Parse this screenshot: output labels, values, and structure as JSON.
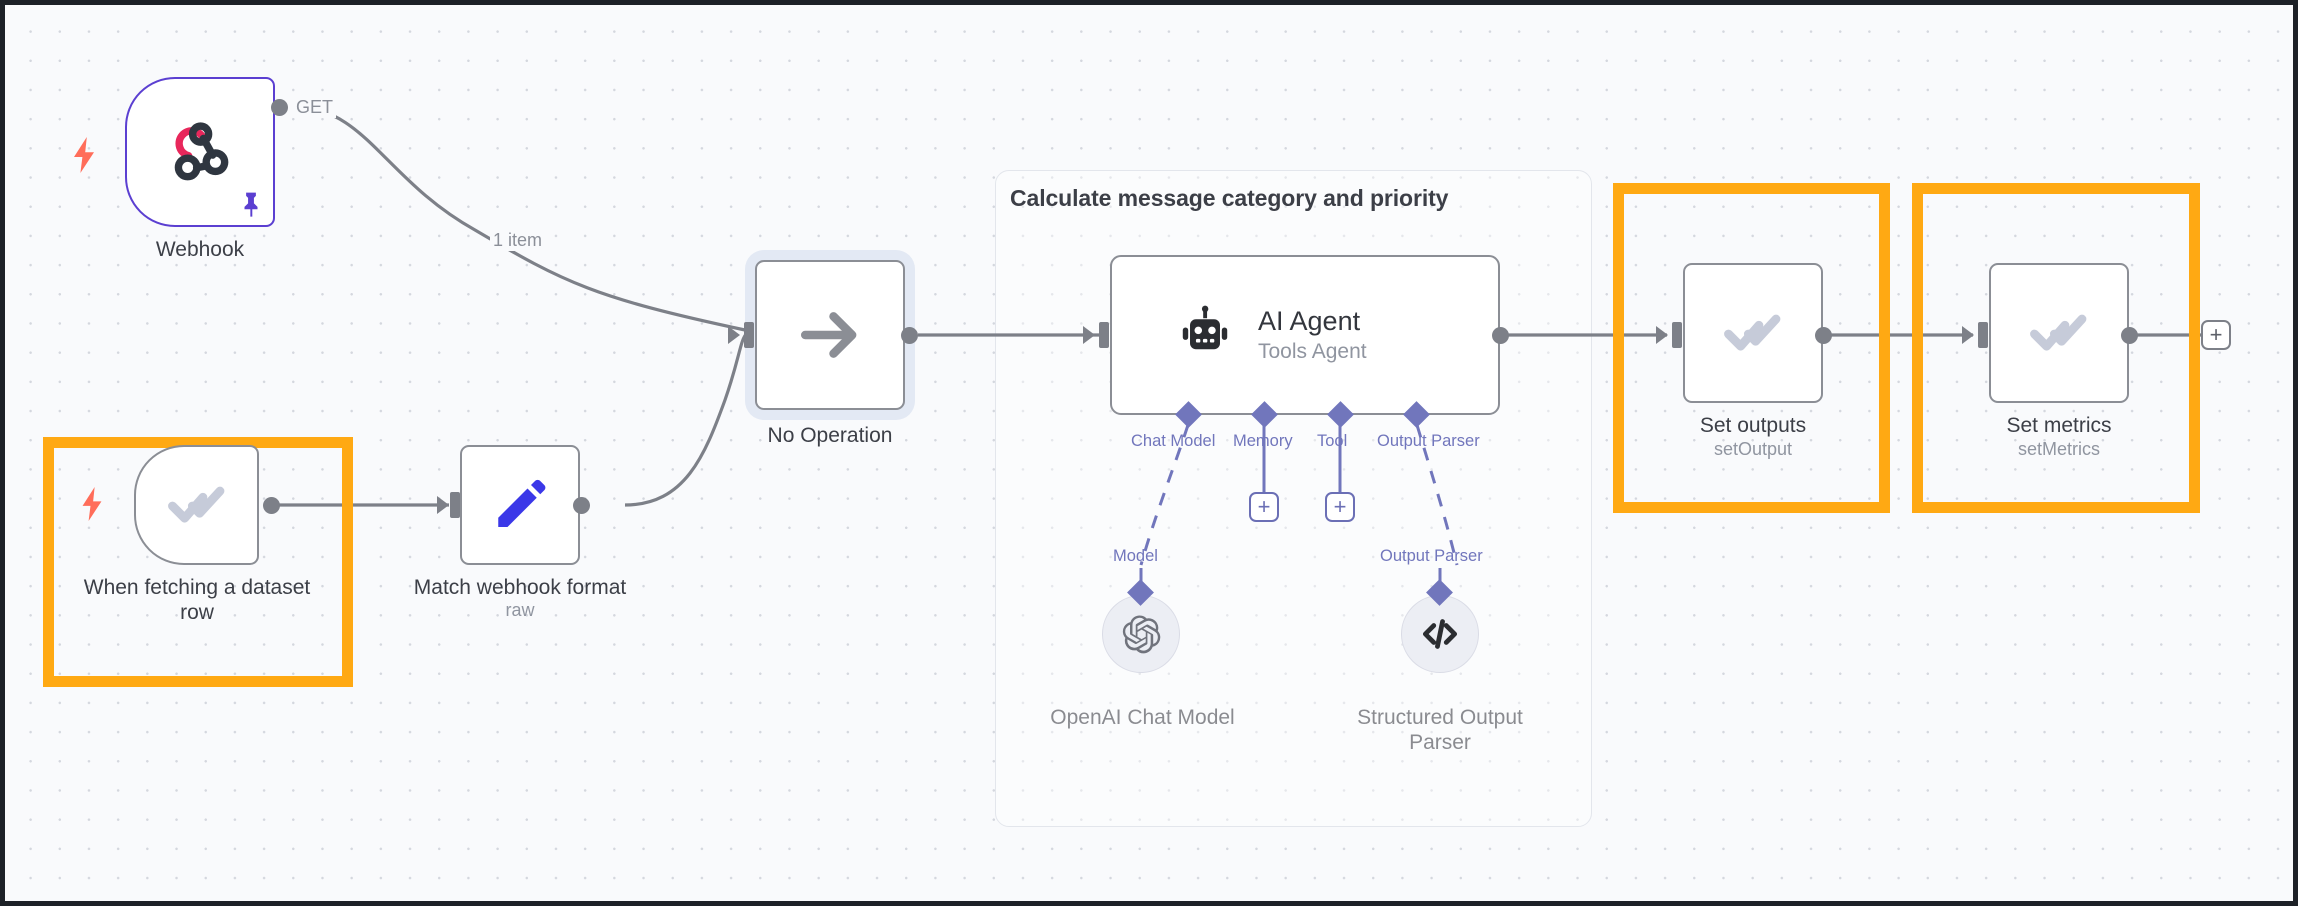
{
  "app": {
    "name": "n8n-workflow-canvas",
    "canvas_background": "#f9fafc",
    "highlight_color": "#ffa913",
    "accent_violet": "#5b3fd1",
    "connector_violet": "#7176bc"
  },
  "group": {
    "title": "Calculate message category and priority"
  },
  "nodes": {
    "webhook": {
      "label": "Webhook",
      "icon": "webhook-icon",
      "badge": "lightning-bolt-icon",
      "pin": "pin-icon",
      "output_label": "GET"
    },
    "when_fetching": {
      "label": "When fetching a dataset row",
      "icon": "double-check-icon",
      "badge": "lightning-bolt-icon"
    },
    "match_webhook": {
      "label": "Match webhook format",
      "subtitle": "raw",
      "icon": "pencil-icon"
    },
    "no_operation": {
      "label": "No Operation",
      "icon": "arrow-right-icon"
    },
    "ai_agent": {
      "label": "AI Agent",
      "subtitle": "Tools Agent",
      "icon": "robot-icon"
    },
    "set_outputs": {
      "label": "Set outputs",
      "subtitle": "setOutput",
      "icon": "double-check-icon"
    },
    "set_metrics": {
      "label": "Set metrics",
      "subtitle": "setMetrics",
      "icon": "double-check-icon"
    },
    "openai_chat_model": {
      "label": "OpenAI Chat Model",
      "icon": "openai-icon"
    },
    "structured_output_parser": {
      "label": "Structured Output\nParser",
      "icon": "code-brackets-icon"
    }
  },
  "connection_ports": {
    "chat_model": "Chat Model",
    "memory": "Memory",
    "tool": "Tool",
    "output_parser": "Output Parser"
  },
  "connection_labels": {
    "model": "Model",
    "output_parser": "Output Parser",
    "items": "1 item"
  },
  "buttons": {
    "add_memory": "+",
    "add_tool": "+",
    "add_next_node": "+"
  }
}
